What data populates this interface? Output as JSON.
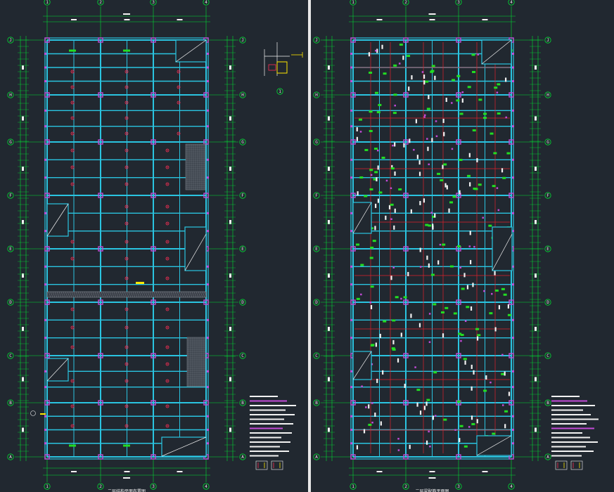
{
  "drawing": {
    "background": "#212830",
    "colors": {
      "axis": "#00dd33",
      "beam": "#2ac4e0",
      "column": "#c24bd6",
      "label": "#e6e6e6",
      "point": "#ff2d55",
      "tag_yellow": "#ffe600",
      "tag_green": "#22dd22",
      "red_line": "#e0202a",
      "white": "#f2f2f2"
    },
    "axis_labels_vertical": [
      "1",
      "2",
      "3",
      "4"
    ],
    "axis_labels_horizontal": [
      "J",
      "H",
      "G",
      "F",
      "E",
      "D",
      "C",
      "B",
      "A"
    ],
    "left_plan": {
      "title": "二层结构平面布置图"
    },
    "right_plan": {
      "title": "二层梁配筋平面图"
    },
    "section_detail": {
      "mark": "1"
    }
  }
}
